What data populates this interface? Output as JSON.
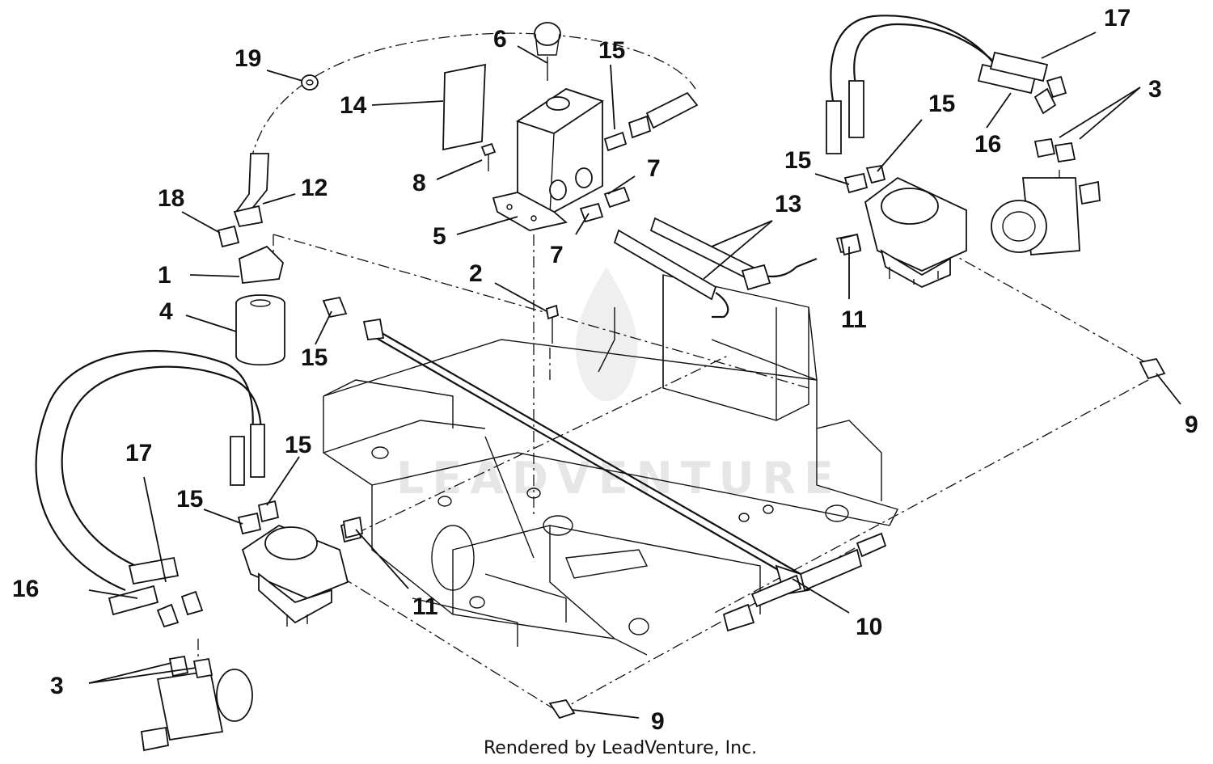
{
  "diagram": {
    "callouts": [
      {
        "id": "c1",
        "text": "1"
      },
      {
        "id": "c2",
        "text": "2"
      },
      {
        "id": "c3a",
        "text": "3"
      },
      {
        "id": "c3b",
        "text": "3"
      },
      {
        "id": "c4",
        "text": "4"
      },
      {
        "id": "c5",
        "text": "5"
      },
      {
        "id": "c6",
        "text": "6"
      },
      {
        "id": "c7a",
        "text": "7"
      },
      {
        "id": "c7b",
        "text": "7"
      },
      {
        "id": "c8",
        "text": "8"
      },
      {
        "id": "c9a",
        "text": "9"
      },
      {
        "id": "c9b",
        "text": "9"
      },
      {
        "id": "c10",
        "text": "10"
      },
      {
        "id": "c11a",
        "text": "11"
      },
      {
        "id": "c11b",
        "text": "11"
      },
      {
        "id": "c12",
        "text": "12"
      },
      {
        "id": "c13",
        "text": "13"
      },
      {
        "id": "c14",
        "text": "14"
      },
      {
        "id": "c15a",
        "text": "15"
      },
      {
        "id": "c15b",
        "text": "15"
      },
      {
        "id": "c15c",
        "text": "15"
      },
      {
        "id": "c15d",
        "text": "15"
      },
      {
        "id": "c15e",
        "text": "15"
      },
      {
        "id": "c15f",
        "text": "15"
      },
      {
        "id": "c16a",
        "text": "16"
      },
      {
        "id": "c16b",
        "text": "16"
      },
      {
        "id": "c17a",
        "text": "17"
      },
      {
        "id": "c17b",
        "text": "17"
      },
      {
        "id": "c18",
        "text": "18"
      },
      {
        "id": "c19",
        "text": "19"
      }
    ],
    "footer": "Rendered by LeadVenture, Inc.",
    "watermark": "LEADVENTURE",
    "colors": {
      "ink": "#111111",
      "watermark": "#e6e6e6",
      "background": "#ffffff"
    }
  }
}
